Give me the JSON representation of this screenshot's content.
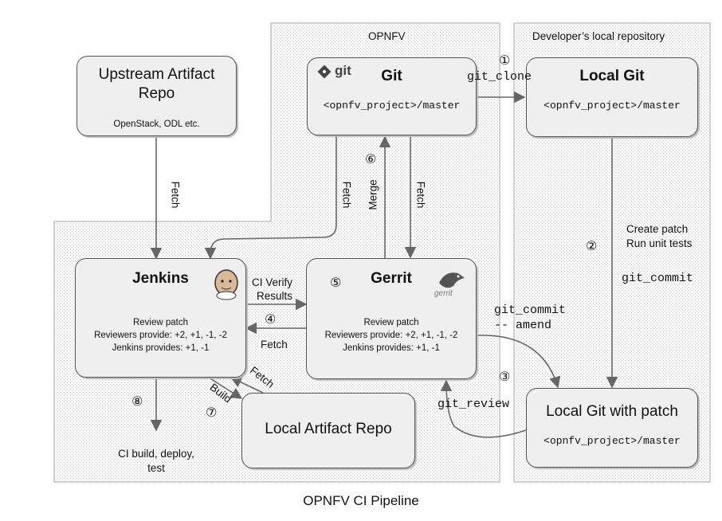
{
  "regions": {
    "opnfv": "OPNFV",
    "developer": "Developer’s local repository"
  },
  "caption": "OPNFV CI Pipeline",
  "boxes": {
    "upstream": {
      "title_line1": "Upstream Artifact",
      "title_line2": "Repo",
      "subtitle": "OpenStack, ODL etc."
    },
    "git": {
      "logo_text": "git",
      "title": "Git",
      "branch": "<opnfv_project>/master"
    },
    "local_git": {
      "title": "Local Git",
      "branch": "<opnfv_project>/master"
    },
    "jenkins": {
      "title": "Jenkins",
      "line1": "Review patch",
      "line2": "Reviewers provide: +2, +1, -1, -2",
      "line3": "Jenkins provides: +1, -1"
    },
    "gerrit": {
      "title": "Gerrit",
      "logo_text": "gerrit",
      "line1": "Review patch",
      "line2": "Reviewers provide: +2, +1, -1, -2",
      "line3": "Jenkins provides: +1, -1"
    },
    "local_artifact": {
      "title": "Local Artifact Repo"
    },
    "local_git_patch": {
      "title": "Local Git with patch",
      "branch": "<opnfv_project>/master"
    }
  },
  "edges": {
    "fetch_upstream": "Fetch",
    "fetch_git_jenkins": "Fetch",
    "merge": "Merge",
    "fetch_git_gerrit": "Fetch",
    "git_clone": "git_clone",
    "create_patch_1": "Create patch",
    "create_patch_2": "Run unit tests",
    "git_commit": "git_commit",
    "ci_verify_1": "CI Verify",
    "ci_verify_2": "Results",
    "fetch_gerrit_jenkins": "Fetch",
    "git_commit_amend_1": "git_commit",
    "git_commit_amend_2": "-- amend",
    "git_review": "git_review",
    "build": "Build",
    "fetch_artifact": "Fetch",
    "ci_build_1": "CI build, deploy,",
    "ci_build_2": "test"
  },
  "steps": {
    "s1": "①",
    "s2": "②",
    "s3": "③",
    "s4": "④",
    "s5": "⑤",
    "s6": "⑥",
    "s7": "⑦",
    "s8": "⑧"
  }
}
